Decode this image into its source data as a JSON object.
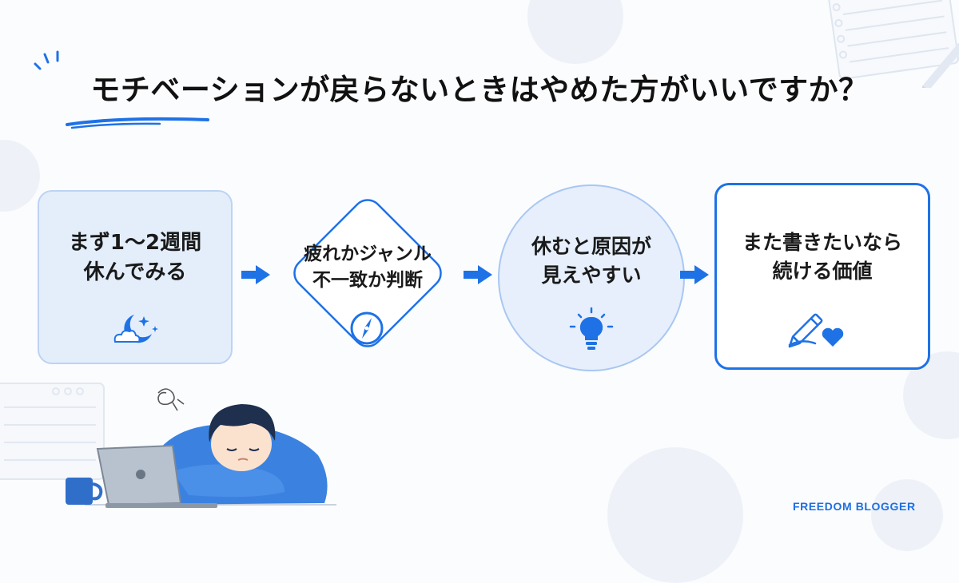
{
  "title": "モチベーションが戻らないときはやめた方がいいですか？",
  "steps": [
    {
      "line1": "まず1〜2週間",
      "line2": "休んでみる",
      "icon": "moon-stars-icon"
    },
    {
      "line1": "疲れかジャンル",
      "line2": "不一致か判断",
      "icon": "compass-icon"
    },
    {
      "line1": "休むと原因が",
      "line2": "見えやすい",
      "icon": "lightbulb-icon"
    },
    {
      "line1": "また書きたいなら",
      "line2": "続ける価値",
      "icon": "pencil-heart-icon"
    }
  ],
  "brand": "FREEDOM BLOGGER",
  "colors": {
    "accent": "#1e72e6",
    "light_fill": "#e4eefb",
    "text": "#111111"
  }
}
